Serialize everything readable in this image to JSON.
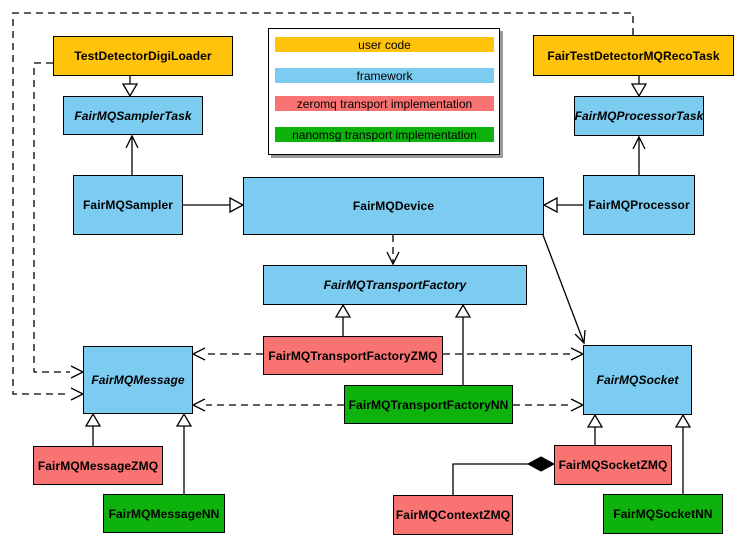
{
  "diagram": {
    "kind": "UML class diagram",
    "legend": {
      "items": [
        {
          "label": "user code",
          "color": "#FFC30B"
        },
        {
          "label": "framework",
          "color": "#7CCBF0"
        },
        {
          "label": "zeromq transport implementation",
          "color": "#FA7373"
        },
        {
          "label": "nanomsg transport implementation",
          "color": "#0DB20D"
        }
      ]
    },
    "nodes": {
      "digi_loader": {
        "label": "TestDetectorDigiLoader",
        "category": "user code",
        "abstract": false
      },
      "reco_task": {
        "label": "FairTestDetectorMQRecoTask",
        "category": "user code",
        "abstract": false
      },
      "sampler_task": {
        "label": "FairMQSamplerTask",
        "category": "framework",
        "abstract": true
      },
      "processor_task": {
        "label": "FairMQProcessorTask",
        "category": "framework",
        "abstract": true
      },
      "sampler": {
        "label": "FairMQSampler",
        "category": "framework",
        "abstract": false
      },
      "device": {
        "label": "FairMQDevice",
        "category": "framework",
        "abstract": false
      },
      "processor": {
        "label": "FairMQProcessor",
        "category": "framework",
        "abstract": false
      },
      "transport_factory": {
        "label": "FairMQTransportFactory",
        "category": "framework",
        "abstract": true
      },
      "transport_factory_zmq": {
        "label": "FairMQTransportFactoryZMQ",
        "category": "zeromq",
        "abstract": false
      },
      "transport_factory_nn": {
        "label": "FairMQTransportFactoryNN",
        "category": "nanomsg",
        "abstract": false
      },
      "message": {
        "label": "FairMQMessage",
        "category": "framework",
        "abstract": true
      },
      "socket": {
        "label": "FairMQSocket",
        "category": "framework",
        "abstract": true
      },
      "message_zmq": {
        "label": "FairMQMessageZMQ",
        "category": "zeromq",
        "abstract": false
      },
      "message_nn": {
        "label": "FairMQMessageNN",
        "category": "nanomsg",
        "abstract": false
      },
      "socket_zmq": {
        "label": "FairMQSocketZMQ",
        "category": "zeromq",
        "abstract": false
      },
      "socket_nn": {
        "label": "FairMQSocketNN",
        "category": "nanomsg",
        "abstract": false
      },
      "context_zmq": {
        "label": "FairMQContextZMQ",
        "category": "zeromq",
        "abstract": false
      }
    },
    "edges": [
      {
        "from": "TestDetectorDigiLoader",
        "to": "FairMQSamplerTask",
        "head": "hollow-triangle",
        "style": "solid"
      },
      {
        "from": "FairTestDetectorMQRecoTask",
        "to": "FairMQProcessorTask",
        "head": "hollow-triangle",
        "style": "solid"
      },
      {
        "from": "FairMQSampler",
        "to": "FairMQSamplerTask",
        "head": "open-arrow",
        "style": "solid"
      },
      {
        "from": "FairMQProcessor",
        "to": "FairMQProcessorTask",
        "head": "open-arrow",
        "style": "solid"
      },
      {
        "from": "FairMQSampler",
        "to": "FairMQDevice",
        "head": "hollow-triangle",
        "style": "solid"
      },
      {
        "from": "FairMQProcessor",
        "to": "FairMQDevice",
        "head": "hollow-triangle",
        "style": "solid"
      },
      {
        "from": "FairMQDevice",
        "to": "FairMQTransportFactory",
        "head": "open-arrow",
        "style": "dashed"
      },
      {
        "from": "FairMQDevice",
        "to": "FairMQSocket",
        "head": "open-arrow",
        "style": "solid"
      },
      {
        "from": "FairMQTransportFactoryZMQ",
        "to": "FairMQTransportFactory",
        "head": "hollow-triangle",
        "style": "solid"
      },
      {
        "from": "FairMQTransportFactoryNN",
        "to": "FairMQTransportFactory",
        "head": "hollow-triangle",
        "style": "solid"
      },
      {
        "from": "FairMQTransportFactoryZMQ",
        "to": "FairMQMessage",
        "head": "open-arrow",
        "style": "dashed"
      },
      {
        "from": "FairMQTransportFactoryZMQ",
        "to": "FairMQSocket",
        "head": "open-arrow",
        "style": "dashed"
      },
      {
        "from": "FairMQTransportFactoryNN",
        "to": "FairMQMessage",
        "head": "open-arrow",
        "style": "dashed"
      },
      {
        "from": "FairMQTransportFactoryNN",
        "to": "FairMQSocket",
        "head": "open-arrow",
        "style": "dashed"
      },
      {
        "from": "TestDetectorDigiLoader",
        "to": "FairMQMessage",
        "head": "open-arrow",
        "style": "dashed"
      },
      {
        "from": "FairTestDetectorMQRecoTask",
        "to": "FairMQMessage",
        "head": "open-arrow",
        "style": "dashed"
      },
      {
        "from": "FairMQMessageZMQ",
        "to": "FairMQMessage",
        "head": "hollow-triangle",
        "style": "solid"
      },
      {
        "from": "FairMQMessageNN",
        "to": "FairMQMessage",
        "head": "hollow-triangle",
        "style": "solid"
      },
      {
        "from": "FairMQSocketZMQ",
        "to": "FairMQSocket",
        "head": "hollow-triangle",
        "style": "solid"
      },
      {
        "from": "FairMQSocketNN",
        "to": "FairMQSocket",
        "head": "hollow-triangle",
        "style": "solid"
      },
      {
        "from": "FairMQContextZMQ",
        "to": "FairMQSocketZMQ",
        "head": "filled-diamond",
        "style": "solid"
      }
    ],
    "colors": {
      "user_code": "#FFC30B",
      "framework": "#7CCBF0",
      "zeromq": "#FA7373",
      "nanomsg": "#0DB20D",
      "line": "#000000",
      "background": "#FFFFFF"
    }
  }
}
